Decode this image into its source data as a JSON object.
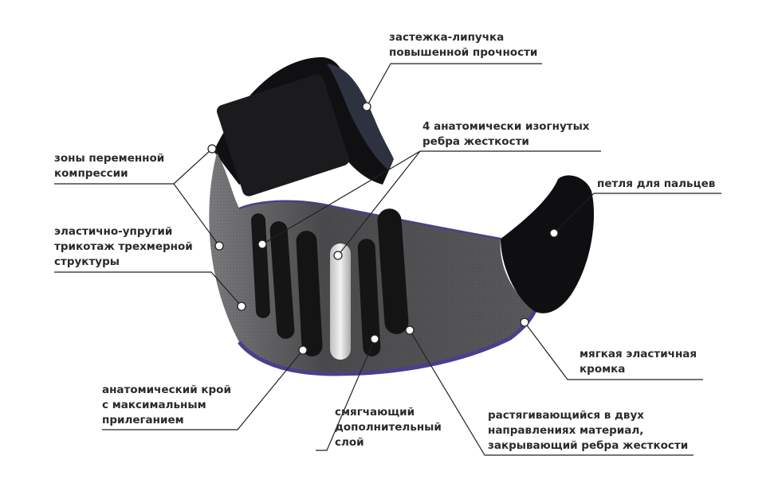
{
  "diagram": {
    "labels": [
      {
        "id": "velcro",
        "text": "застежка-липучка\nповышенной прочности"
      },
      {
        "id": "zones",
        "text": "зоны переменной\nкомпрессии"
      },
      {
        "id": "ribs",
        "text": "4 анатомически изогнутых\nребра жесткости"
      },
      {
        "id": "loop",
        "text": "петля для пальцев"
      },
      {
        "id": "knit",
        "text": "эластично-упругий\nтрикотаж трехмерной\nструктуры"
      },
      {
        "id": "edge",
        "text": "мягкая эластичная\nкромка"
      },
      {
        "id": "cut",
        "text": "анатомический крой\nс максимальным\nприлеганием"
      },
      {
        "id": "soft",
        "text": "смягчающий\nдополнительный\nслой"
      },
      {
        "id": "stretch",
        "text": "растягивающийся в двух\nнаправлениях материал,\nзакрывающий ребра жесткости"
      }
    ],
    "colors": {
      "band": "#3c3c3e",
      "band_dark": "#1d1d1f",
      "strap": "#111113",
      "edge": "#4a3f8c",
      "rib": "#161616",
      "rib_light": "#d9d9d9",
      "line": "#222222"
    }
  }
}
